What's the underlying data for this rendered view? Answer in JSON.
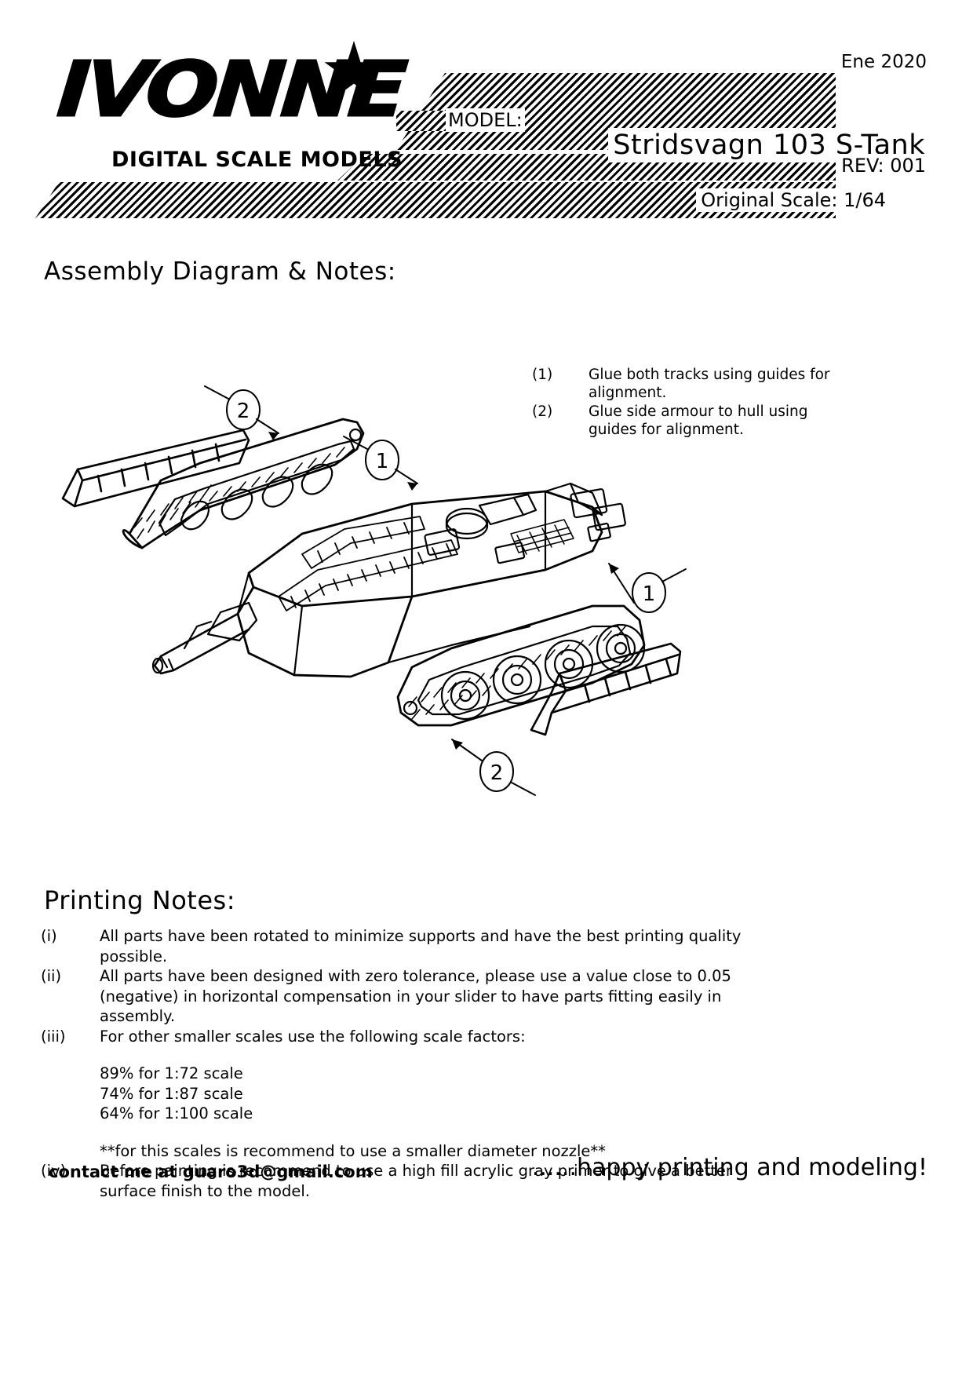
{
  "header": {
    "brand_name": "IVONNE",
    "brand_tagline": "DIGITAL SCALE MODELS",
    "date": "Ene 2020",
    "model_label": "MODEL:",
    "model_title": "Stridsvagn 103 S-Tank",
    "revision": "REV: 001",
    "original_scale": "Original Scale: 1/64"
  },
  "assembly": {
    "heading": "Assembly Diagram & Notes:",
    "notes": [
      {
        "num": "(1)",
        "text": "Glue both tracks using guides for alignment."
      },
      {
        "num": "(2)",
        "text": "Glue side armour to hull using guides for alignment."
      }
    ],
    "callouts": [
      "2",
      "1",
      "1",
      "2"
    ]
  },
  "printing": {
    "heading": "Printing Notes:",
    "notes": [
      {
        "num": "(i)",
        "text": "All parts have been rotated to minimize supports and have the best printing quality possible."
      },
      {
        "num": "(ii)",
        "text": "All parts have been designed with zero tolerance, please use a value close to 0.05 (negative) in horizontal compensation in your slider to have parts fitting easily in assembly."
      },
      {
        "num": "(iii)",
        "text": "For other smaller scales use the following scale factors:"
      }
    ],
    "scale_factors": "89% for 1:72 scale\n74% for 1:87 scale\n64% for 1:100 scale",
    "nozzle_note": "**for this scales is recommend to use a smaller diameter nozzle**",
    "note_iv": {
      "num": "(iv)",
      "text": "Before painting is recommend to use a high fill acrylic gray primer to give a better surface finish to the model."
    }
  },
  "footer": {
    "contact": "contact me at guaro3d@gmail.com",
    "signoff": "......happy printing and modeling!"
  },
  "colors": {
    "ink": "#000000",
    "paper": "#ffffff"
  }
}
